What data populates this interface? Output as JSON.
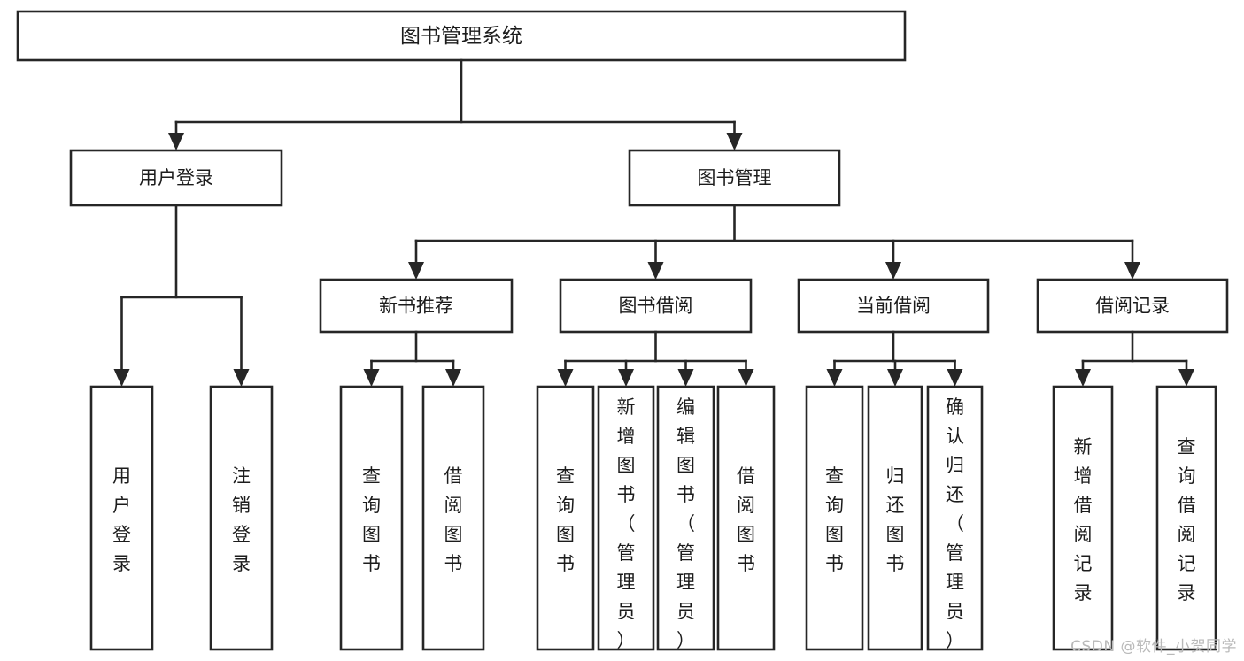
{
  "diagram": {
    "title": "图书管理系统",
    "type": "hierarchy-tree",
    "watermark": "CSDN @软件_小贺同学",
    "colors": {
      "stroke": "#262626",
      "fill": "#ffffff",
      "text": "#1c1c1c",
      "watermark": "#b9b9b9"
    },
    "root": {
      "label": "图书管理系统",
      "orientation": "horizontal"
    },
    "level2": [
      {
        "label": "用户登录",
        "orientation": "horizontal"
      },
      {
        "label": "图书管理",
        "orientation": "horizontal"
      }
    ],
    "level3": [
      {
        "label": "新书推荐",
        "orientation": "horizontal"
      },
      {
        "label": "图书借阅",
        "orientation": "horizontal"
      },
      {
        "label": "当前借阅",
        "orientation": "horizontal"
      },
      {
        "label": "借阅记录",
        "orientation": "horizontal"
      }
    ],
    "leaves": {
      "user_login": [
        {
          "label": "用户登录",
          "orientation": "vertical"
        },
        {
          "label": "注销登录",
          "orientation": "vertical"
        }
      ],
      "new_book_recommend": [
        {
          "label": "查询图书",
          "orientation": "vertical"
        },
        {
          "label": "借阅图书",
          "orientation": "vertical"
        }
      ],
      "book_borrow": [
        {
          "label": "查询图书",
          "orientation": "vertical"
        },
        {
          "label": "新增图书（管理员）",
          "orientation": "vertical"
        },
        {
          "label": "编辑图书（管理员）",
          "orientation": "vertical"
        },
        {
          "label": "借阅图书",
          "orientation": "vertical"
        }
      ],
      "current_borrow": [
        {
          "label": "查询图书",
          "orientation": "vertical"
        },
        {
          "label": "归还图书",
          "orientation": "vertical"
        },
        {
          "label": "确认归还（管理员）",
          "orientation": "vertical"
        }
      ],
      "borrow_record": [
        {
          "label": "新增借阅记录",
          "orientation": "vertical"
        },
        {
          "label": "查询借阅记录",
          "orientation": "vertical"
        }
      ]
    }
  }
}
